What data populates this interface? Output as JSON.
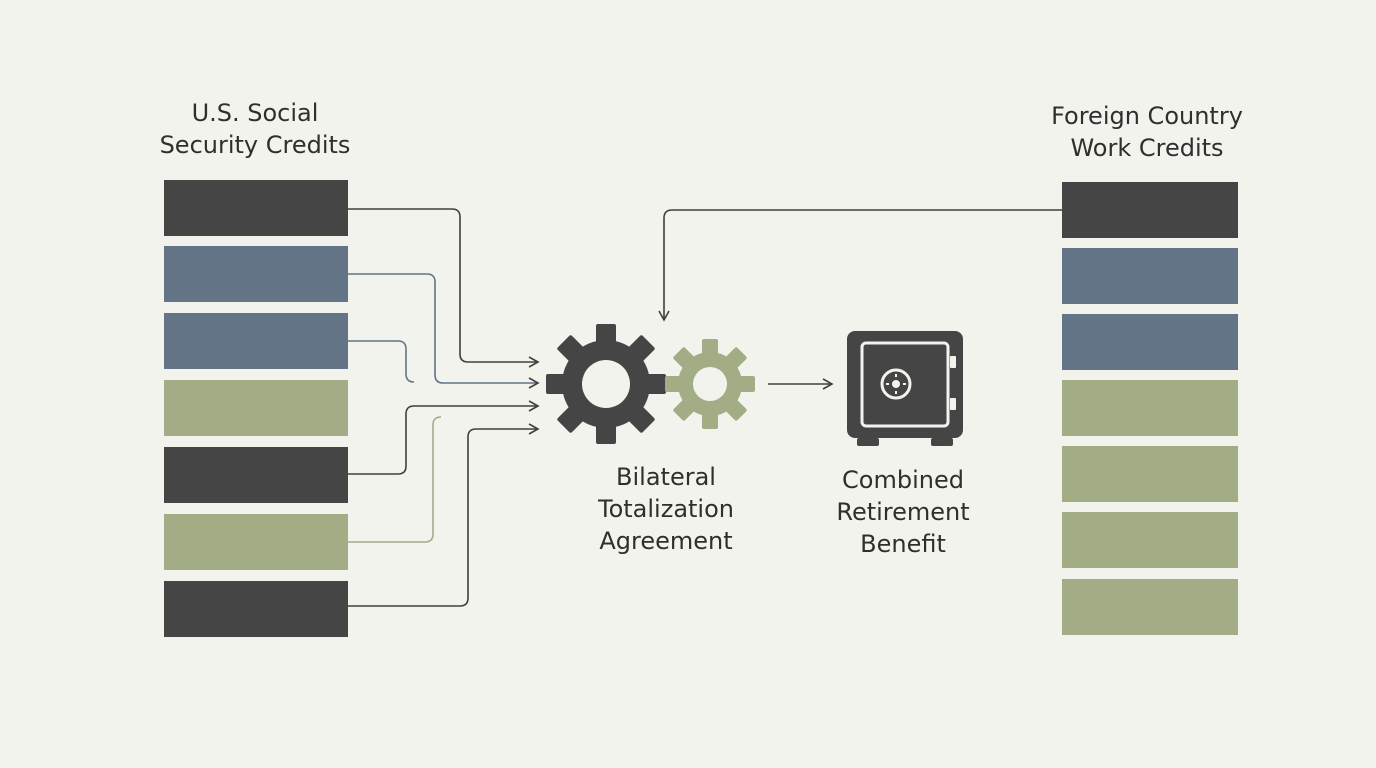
{
  "us_column": {
    "title_lines": [
      "U.S. Social",
      "Security Credits"
    ],
    "blocks": [
      "dark",
      "blue",
      "blue",
      "green",
      "dark",
      "green",
      "dark"
    ]
  },
  "foreign_column": {
    "title_lines": [
      "Foreign Country",
      "Work Credits"
    ],
    "blocks": [
      "dark",
      "blue",
      "blue",
      "green",
      "green",
      "green",
      "green"
    ]
  },
  "agreement": {
    "label_lines": [
      "Bilateral",
      "Totalization",
      "Agreement"
    ],
    "icon": "gears-icon"
  },
  "benefit": {
    "label_lines": [
      "Combined",
      "Retirement",
      "Benefit"
    ],
    "icon": "safe-icon"
  },
  "colors": {
    "dark": "#454545",
    "blue": "#627485",
    "green": "#a3ad85",
    "line": "#3f3f3f",
    "gear_dark": "#454545",
    "gear_green": "#a3ad85",
    "background": "#f3f3ee"
  }
}
